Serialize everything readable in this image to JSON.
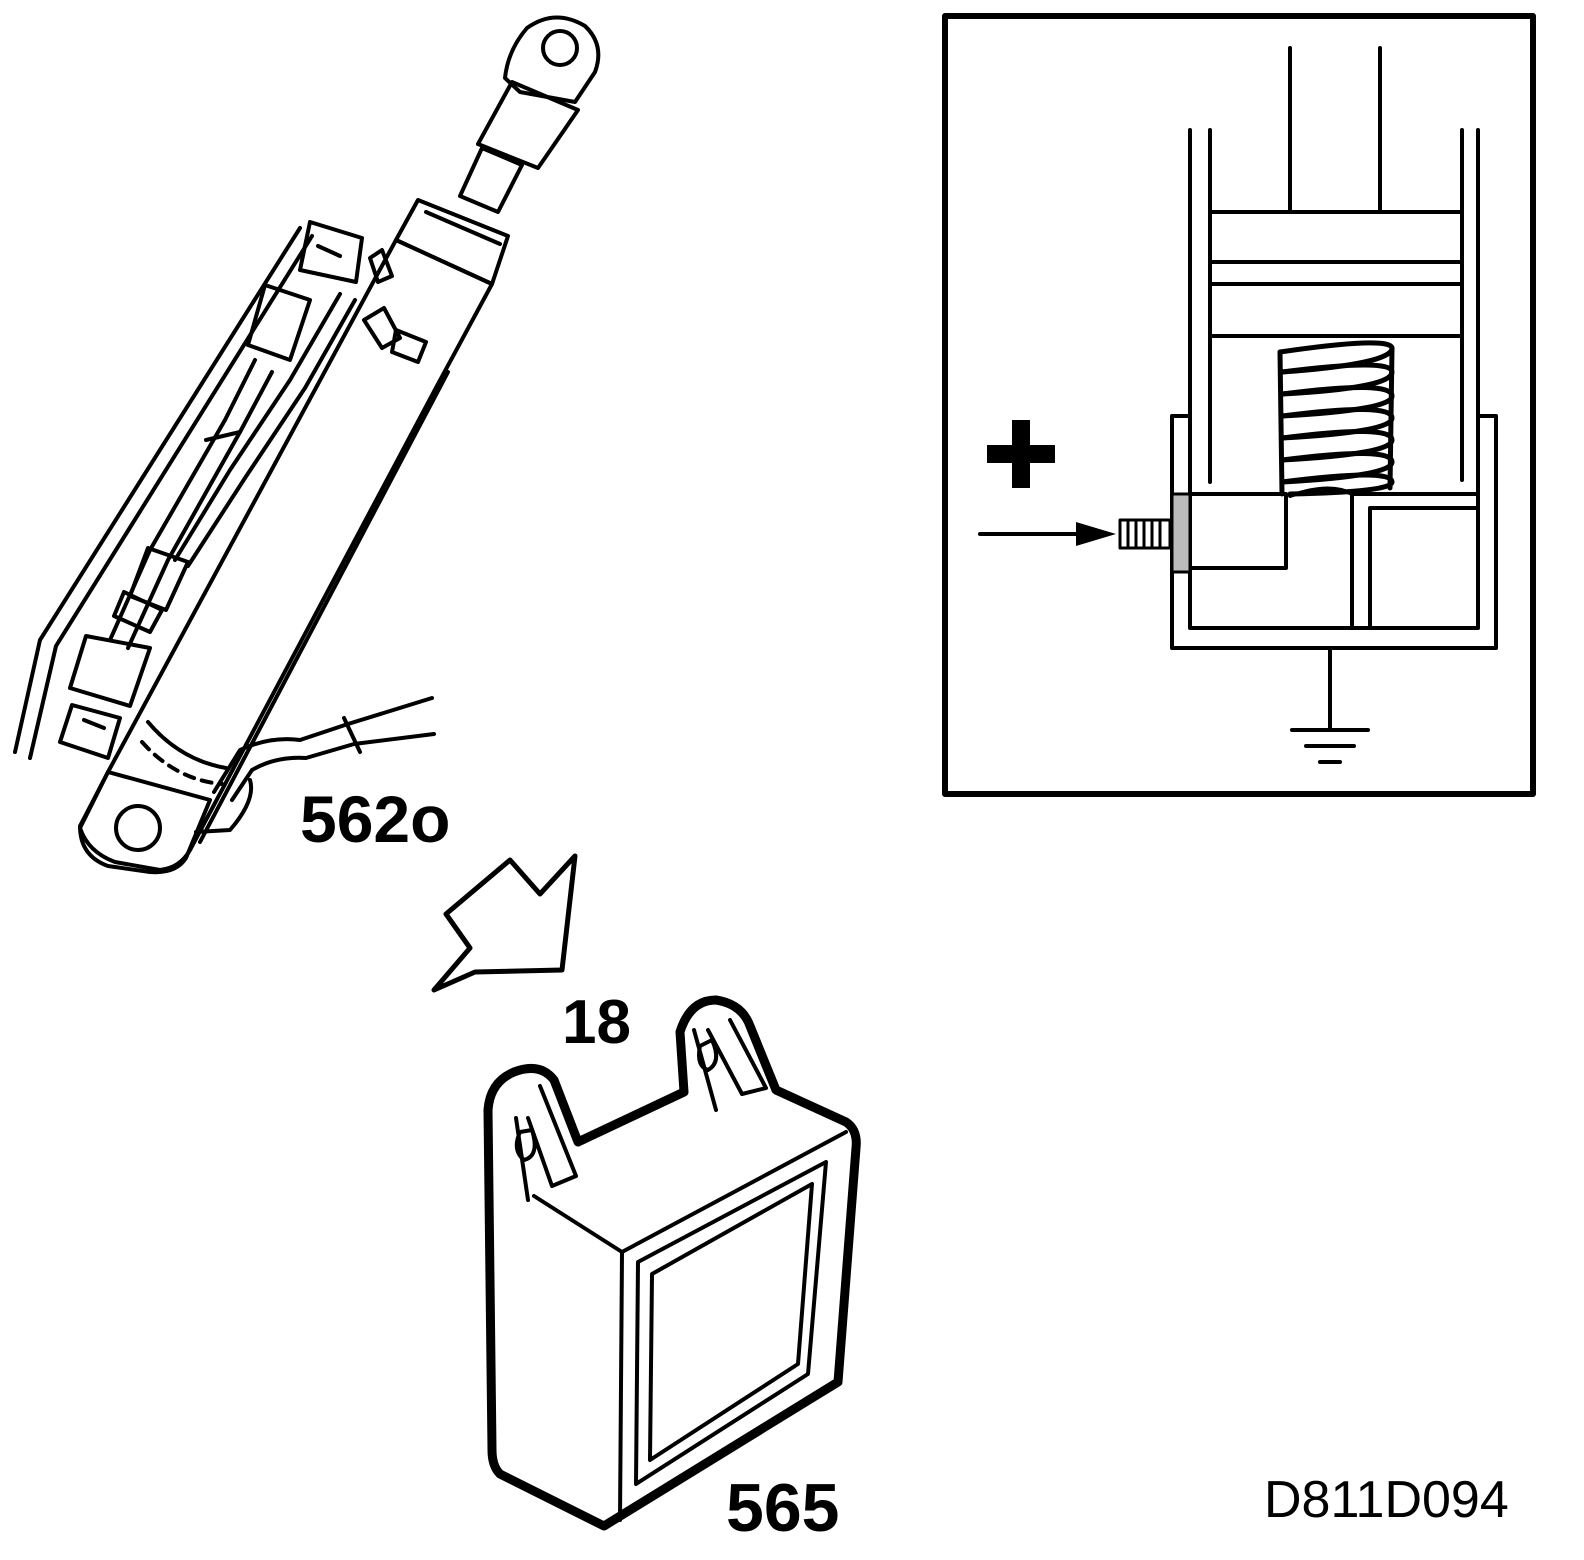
{
  "labels": {
    "actuator": "562o",
    "step": "18",
    "capacitor": "565",
    "figure_code": "D811D094"
  },
  "inset": {
    "plus_symbol": "plus-sign",
    "ground_symbol": "ground-symbol"
  }
}
